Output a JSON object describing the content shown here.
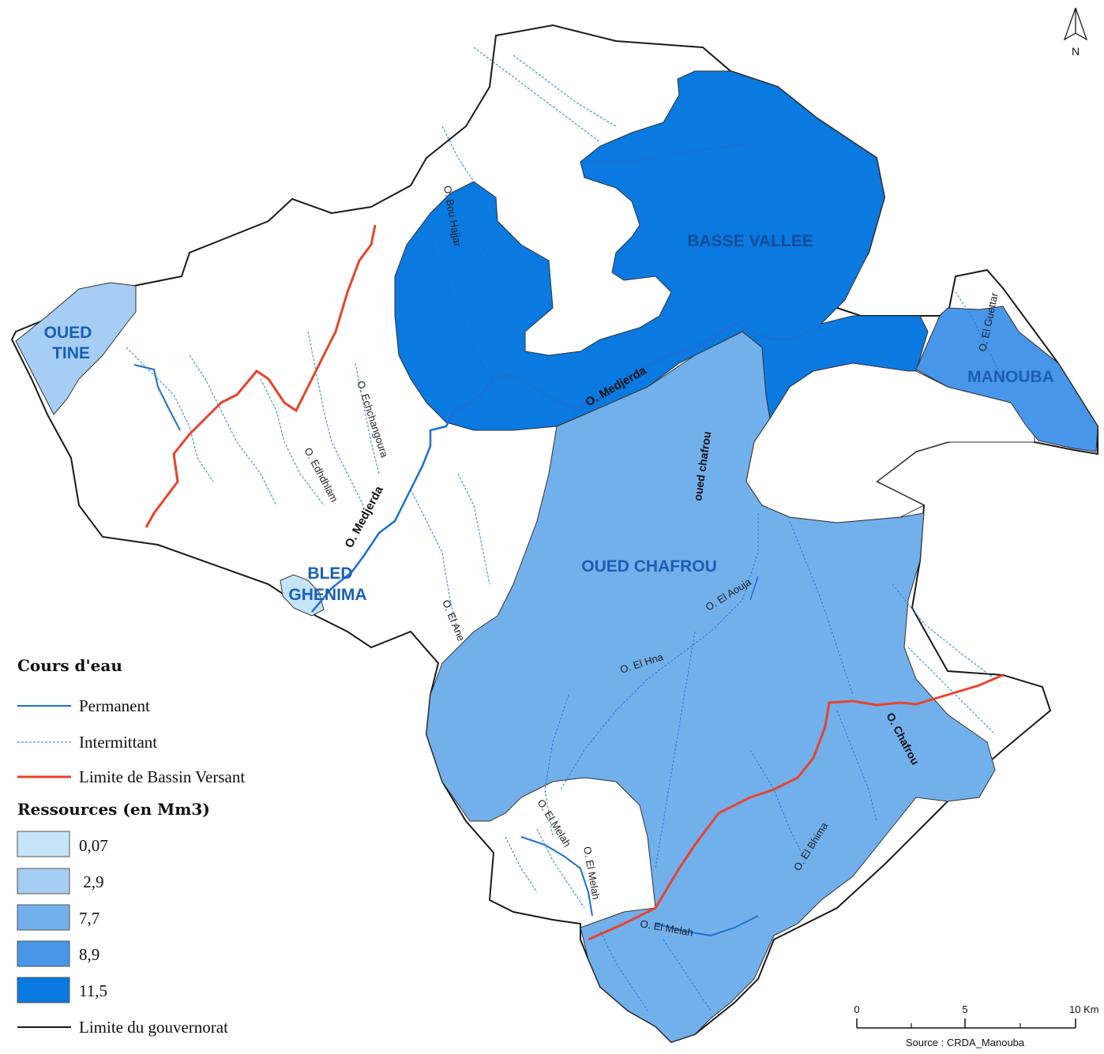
{
  "regions": {
    "oued_tine": {
      "line1": "OUED",
      "line2": "TINE",
      "resource": "2,9",
      "color": "#a6cdf4"
    },
    "basse_vallee": {
      "label": "BASSE VALLEE",
      "resource": "11,5",
      "color": "#0a79e0"
    },
    "manouba": {
      "label": "MANOUBA",
      "resource": "8,9",
      "color": "#4896ea"
    },
    "oued_chafrou": {
      "label": "OUED CHAFROU",
      "resource": "7,7",
      "color": "#72b0ec"
    },
    "bled_ghenima": {
      "line1": "BLED",
      "line2": "GHENIMA",
      "resource": "0,07",
      "color": "#c5e4f8"
    }
  },
  "rivers": {
    "bou_hajjar": "O. Bou Hajjar",
    "medjerda_1": "O. Medjerda",
    "medjerda_2": "O. Medjerda",
    "echchangoura": "O. Echchangoura",
    "edhdhlam": "O. Edhdhlam",
    "el_ane": "O. El Ane",
    "el_guettar": "O. El Guettar",
    "oued_chafrou_lower": "oued chafrou",
    "el_aouja": "O. El Aouja",
    "el_hna": "O. El Hna",
    "chafrou": "O. Chafrou",
    "el_bhima": "O. El Bhima",
    "el_melah_1": "O. El Melah",
    "el_melah_2": "O. El Melah",
    "el_melah_3": "O. El Melah"
  },
  "legend": {
    "cours_title": "Cours d'eau",
    "permanent": "Permanent",
    "intermittant": "Intermittant",
    "limite_bassin": "Limite de Bassin Versant",
    "ressources_title": "Ressources (en Mm3)",
    "classes": [
      {
        "label": "0,07",
        "color": "#c5e4f8"
      },
      {
        "label": " 2,9",
        "color": "#a6cdf4"
      },
      {
        "label": "7,7",
        "color": "#72b0ec"
      },
      {
        "label": "8,9",
        "color": "#4896ea"
      },
      {
        "label": "11,5",
        "color": "#0a79e0"
      }
    ],
    "limite_gouvernorat": "Limite du gouvernorat"
  },
  "scale": {
    "t0": "0",
    "t5": "5",
    "t10": "10 Km",
    "source": "Source : CRDA_Manouba"
  },
  "north": "N",
  "colors": {
    "permanent_river": "#1c6fd1",
    "intermittent_river": "#2a7ad6",
    "basin_limit": "#e8432a",
    "boundary": "#1a1a1a"
  }
}
